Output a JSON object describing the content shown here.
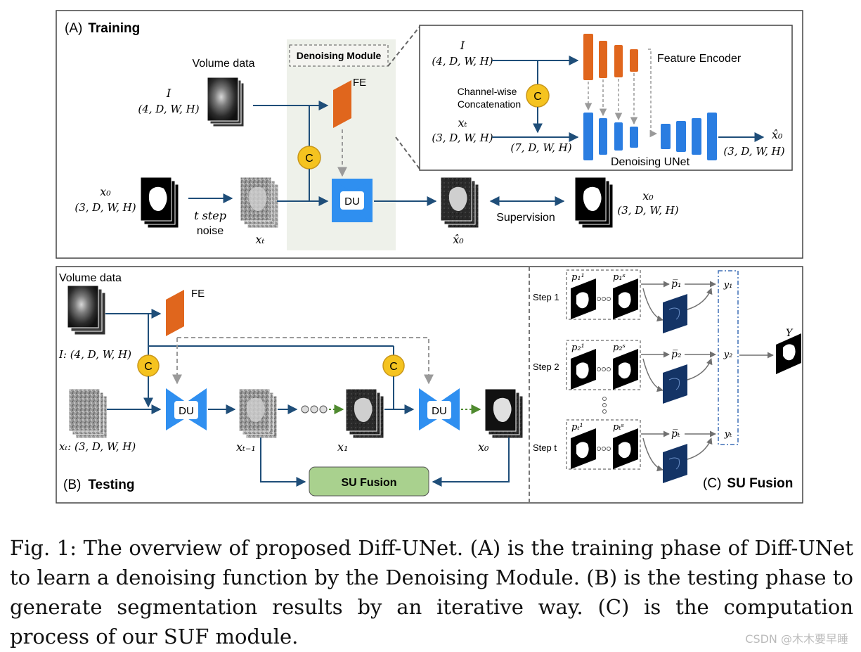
{
  "panelA": {
    "label_prefix": "(A)",
    "label_title": "Training",
    "volume_data": "Volume data",
    "input_I_name": "I",
    "input_I_dims": "(4, D, W, H)",
    "denoising_module": "Denoising Module",
    "fe": "FE",
    "concat_symbol": "C",
    "du": "DU",
    "x0_name": "x₀",
    "x0_dims": "(3, D, W, H)",
    "step_noise_line1": "t step",
    "step_noise_line2": "noise",
    "xt_label": "xₜ",
    "x0hat_label": "x̂₀",
    "supervision": "Supervision",
    "x0_right_name": "x₀",
    "x0_right_dims": "(3, D, W, H)"
  },
  "inset": {
    "I_name": "I",
    "I_dims": "(4, D, W, H)",
    "feature_encoder": "Feature Encoder",
    "channel_wise_line1": "Channel-wise",
    "channel_wise_line2": "Concatenation",
    "concat_symbol": "C",
    "xt_name": "xₜ",
    "xt_dims": "(3, D, W, H)",
    "concat_dims": "(7, D, W, H)",
    "denoising_unet": "Denoising UNet",
    "out_name": "x̂₀",
    "out_dims": "(3, D, W, H)"
  },
  "panelB": {
    "label_prefix": "(B)",
    "label_title": "Testing",
    "volume_data": "Volume data",
    "fe": "FE",
    "input_I": "I: (4, D, W, H)",
    "concat_symbol": "C",
    "du": "DU",
    "xt_input": "xₜ: (3, D, W, H)",
    "xt_minus_1": "xₜ₋₁",
    "x1": "x₁",
    "x0": "x₀",
    "su_fusion": "SU Fusion"
  },
  "panelC": {
    "label_prefix": "(C)",
    "label_title": "SU Fusion",
    "steps": [
      {
        "label": "Step 1",
        "p_first": "p₁¹",
        "p_last": "p₁ˢ",
        "p_bar": "p̅₁",
        "y": "y₁"
      },
      {
        "label": "Step 2",
        "p_first": "p₂¹",
        "p_last": "p₂ˢ",
        "p_bar": "p̅₂",
        "y": "y₂"
      },
      {
        "label": "Step t",
        "p_first": "pₜ¹",
        "p_last": "pₜˢ",
        "p_bar": "p̅ₜ",
        "y": "yₜ"
      }
    ],
    "output_Y": "Y"
  },
  "caption": "Fig. 1: The overview of proposed Diff-UNet. (A) is the training phase of Diff-UNet to learn a denoising function by the Denoising Module. (B) is the testing phase to generate segmentation results by an iterative way. (C) is the computation process of our SUF module.",
  "watermark": "CSDN @木木要早睡",
  "colors": {
    "fe_orange": "#e0661d",
    "du_blue": "#2f8ff0",
    "unet_blue": "#2a7de1",
    "concat_yellow": "#f5c31f",
    "su_green": "#a9d18e",
    "arrow_blue": "#1f4e79",
    "module_bg": "#eef1ea",
    "heatmap_navy": "#143466"
  }
}
